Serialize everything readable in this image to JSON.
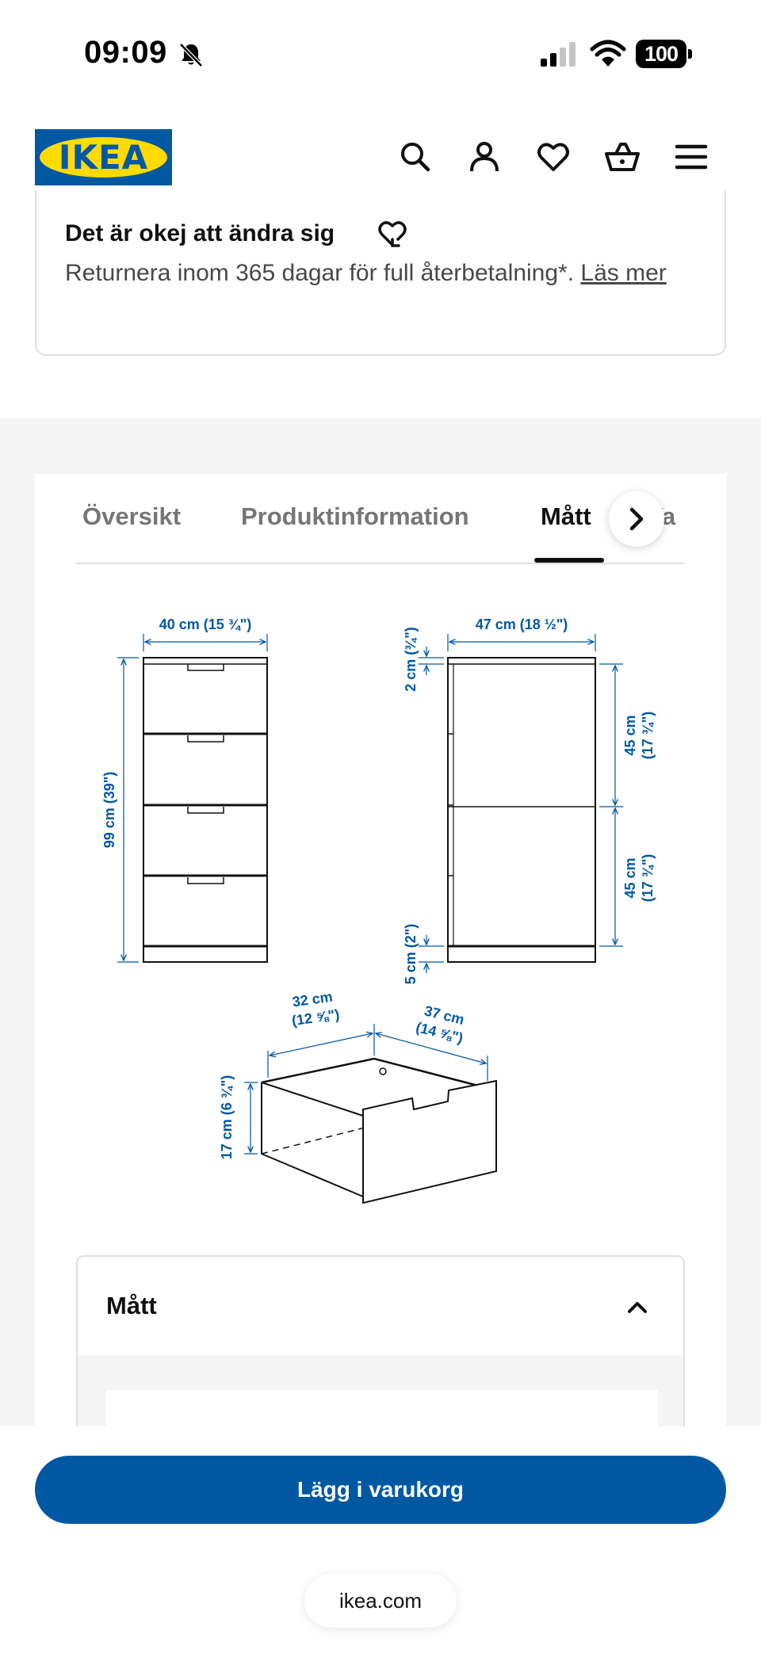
{
  "status_bar": {
    "time": "09:09",
    "battery_level": "100",
    "icons": [
      "bell-muted-icon",
      "cellular-signal-icon",
      "wifi-icon",
      "battery-icon"
    ]
  },
  "header": {
    "logo_text": "IKEA",
    "icons": [
      "search-icon",
      "account-icon",
      "heart-icon",
      "cart-icon",
      "menu-icon"
    ],
    "colors": {
      "brand_blue": "#0058a3",
      "brand_yellow": "#ffdb00"
    }
  },
  "promo": {
    "title": "Det är okej att ändra sig",
    "icon": "heart-return-icon",
    "text": "Returnera inom 365 dagar för full återbetalning*.",
    "link_text": "Läs mer"
  },
  "tabs": {
    "items": [
      {
        "label": "Översikt",
        "active": false
      },
      {
        "label": "Produktinformation",
        "active": false
      },
      {
        "label": "Mått",
        "active": true
      },
      {
        "label": "Va",
        "active": false
      }
    ],
    "next_icon": "chevron-right-icon"
  },
  "drawings": {
    "front": {
      "width": "40 cm (15 ¾\")",
      "height": "99 cm (39\")"
    },
    "side": {
      "depth": "47 cm (18 ½\")",
      "top_gap": "2 cm (¾\")",
      "upper_section_cm": "45 cm",
      "upper_section_in": "(17 ¾\")",
      "lower_section_cm": "45 cm",
      "lower_section_in": "(17 ¾\")",
      "base": "5 cm (2\")"
    },
    "drawer": {
      "width_cm": "32 cm",
      "width_in": "(12 ⅝\")",
      "depth_cm": "37 cm",
      "depth_in": "(14 ⅝\")",
      "height": "17 cm (6 ¾\")"
    }
  },
  "accordion": {
    "title": "Mått",
    "chevron_icon": "chevron-up-icon"
  },
  "bottom": {
    "cart_button_label": "Lägg i varukorg",
    "url": "ikea.com"
  }
}
